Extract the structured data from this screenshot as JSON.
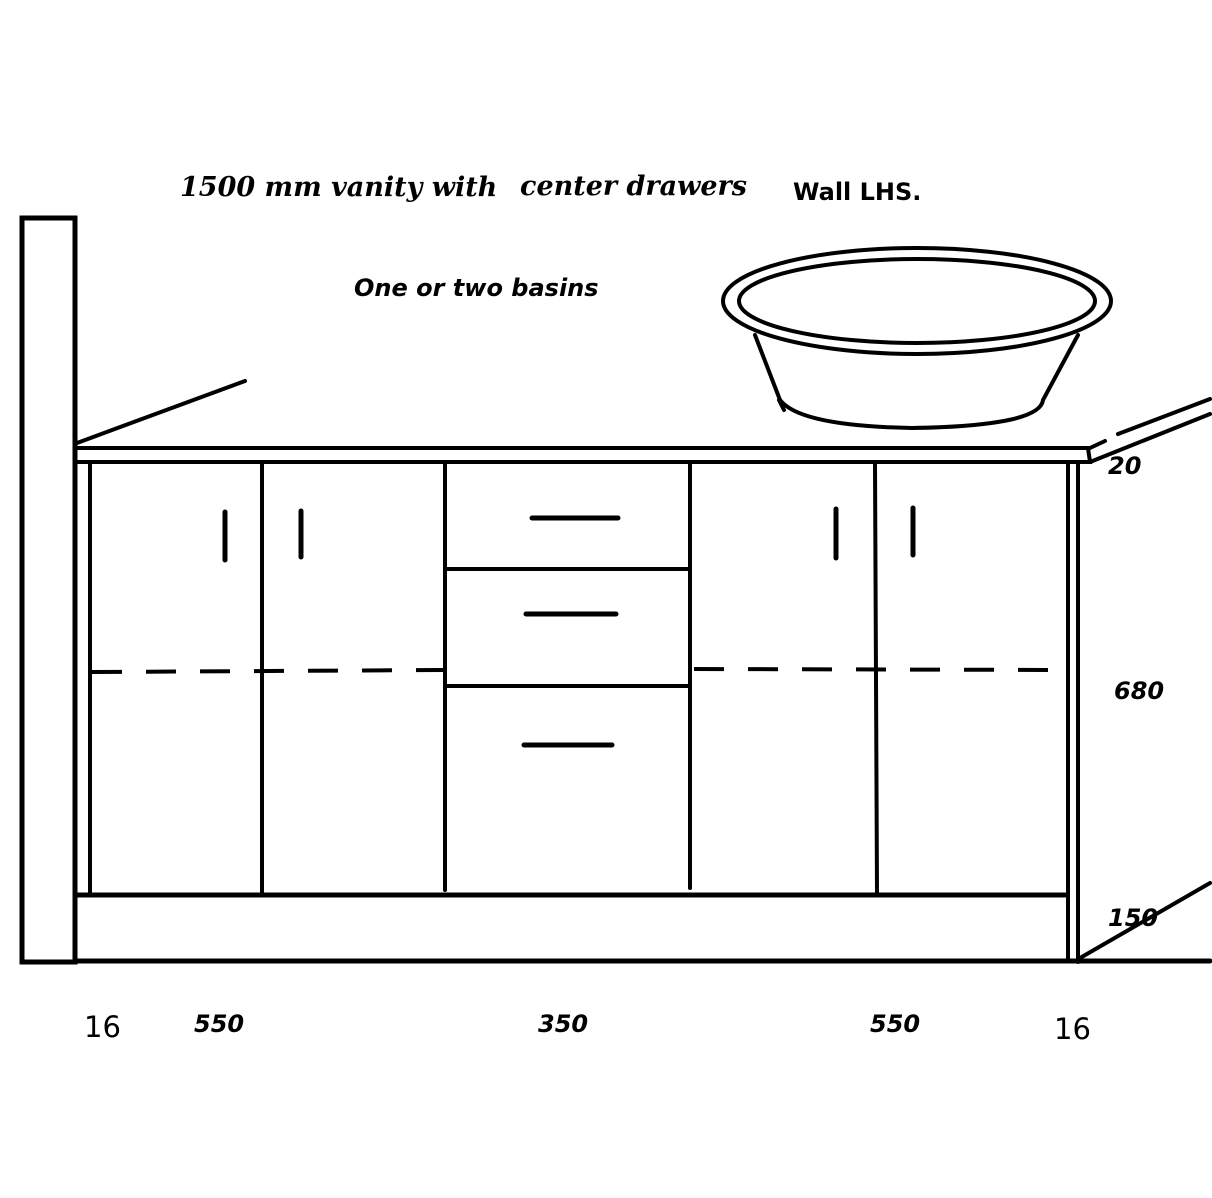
{
  "title": {
    "part1": "1500 mm vanity with",
    "part2": "center drawers",
    "wall": "Wall LHS."
  },
  "subtitle": "One or two basins",
  "dimensions": {
    "top_thickness": "20",
    "cabinet_height": "680",
    "kick_height": "150",
    "side_left": "16",
    "left_section": "550",
    "center_section": "350",
    "right_section": "550",
    "side_right": "16"
  }
}
